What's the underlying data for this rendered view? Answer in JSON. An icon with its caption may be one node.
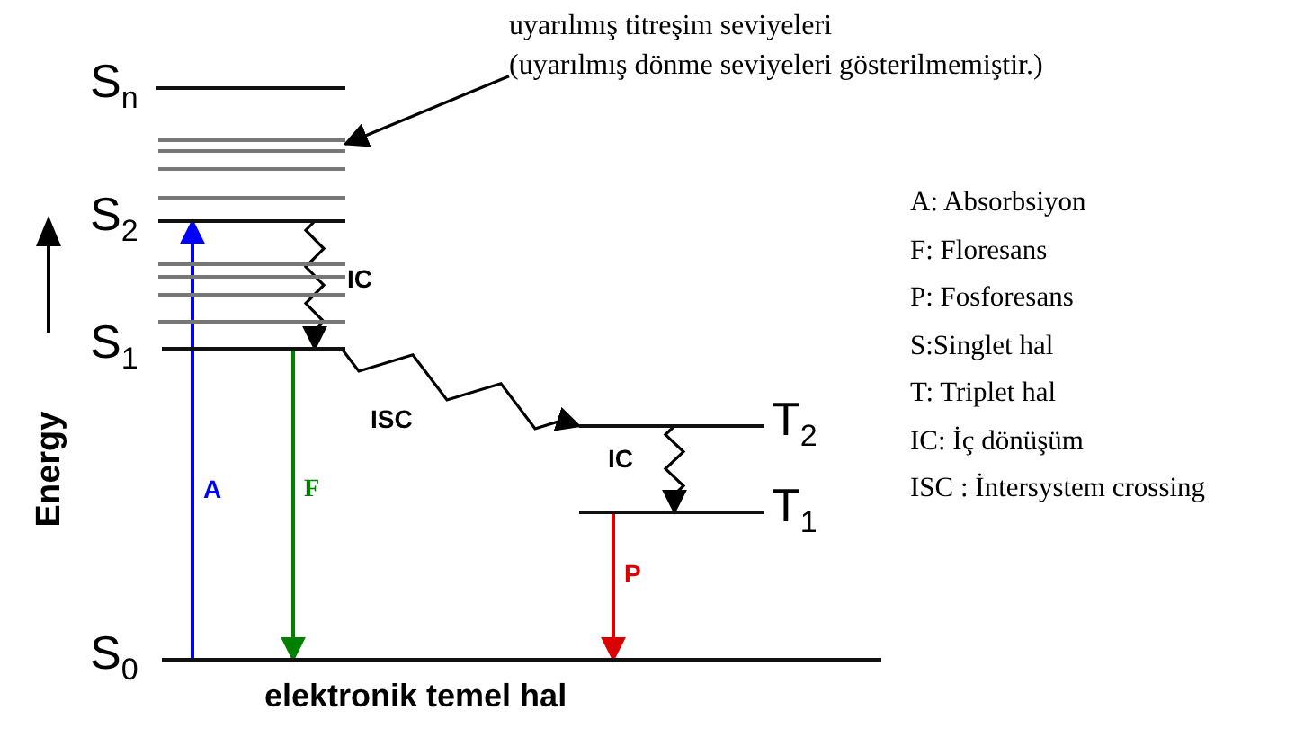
{
  "diagram": {
    "nodes": [
      {
        "text": [
          "uyarılmış titreşim seviyeleri",
          "(uyarılmış dönme seviyeleri gösterilmemiştir.)"
        ]
      },
      {
        "text": [
          "S$_{n}$"
        ]
      },
      {
        "text": [],
        "shape": "bar"
      },
      {
        "text": [
          "S$_{2}$"
        ]
      },
      {
        "text": [
          "S$_{1}$"
        ]
      },
      {
        "text": [
          "T$_{2}$"
        ]
      },
      {
        "text": [
          "T$_{1}$"
        ]
      },
      {
        "text": [
          "S$_{0}$"
        ]
      }
    ],
    "edges": [
      {
        "from": 0,
        "to": 2,
        "arrow": "to"
      },
      {
        "from": 7,
        "to": 3,
        "arrow": "to",
        "label": "A",
        "color": "#0000ff"
      },
      {
        "from": 4,
        "to": 7,
        "arrow": "to",
        "label": "F",
        "color": "#008000"
      },
      {
        "from": 3,
        "to": 4,
        "arrow": "to",
        "label": "IC"
      },
      {
        "from": 4,
        "to": 5,
        "arrow": "to",
        "label": "ISC"
      },
      {
        "from": 5,
        "to": 6,
        "arrow": "to",
        "label": "IC"
      },
      {
        "from": 6,
        "to": 7,
        "arrow": "to",
        "label": "P",
        "color": "#dd0000"
      }
    ],
    "labels": [
      "Energy",
      "elektronik temel hal",
      "A: Absorbsiyon",
      "F: Floresans",
      "P: Fosforesans",
      "S:Singlet hal",
      "T: Triplet hal",
      "IC: İç dönüşüm",
      "ISC : İntersystem crossing"
    ]
  }
}
